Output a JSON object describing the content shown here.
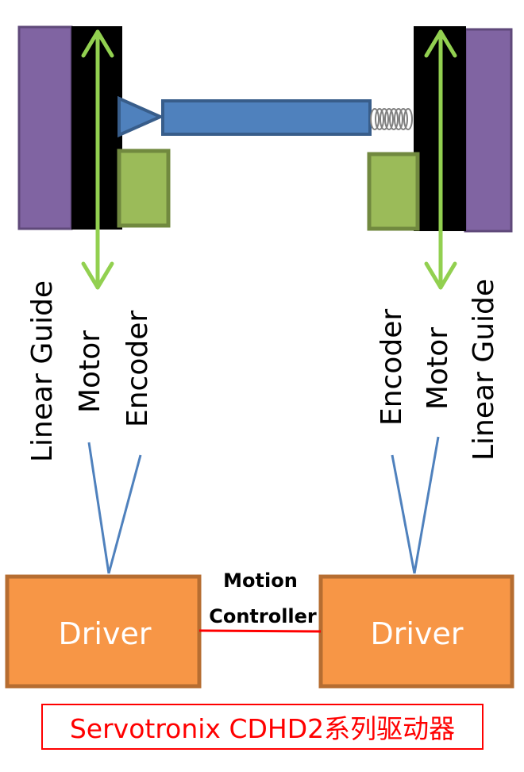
{
  "labels": {
    "left": {
      "linear_guide": "Linear Guide",
      "motor": "Motor",
      "encoder": "Encoder"
    },
    "right": {
      "encoder": "Encoder",
      "motor": "Motor",
      "linear_guide": "Linear Guide"
    }
  },
  "drivers": {
    "left": "Driver",
    "right": "Driver"
  },
  "motion_controller": {
    "line1": "Motion",
    "line2": "Controller"
  },
  "caption": "Servotronix CDHD2系列驱动器",
  "colors": {
    "linear_guide": "#8064a2",
    "motor": "#000000",
    "encoder": "#9bbb59",
    "arrow": "#92d050",
    "beam": "#4f81bd",
    "driver": "#f79646",
    "connection_line": "#ff0000",
    "caption_border": "#ff0000"
  }
}
